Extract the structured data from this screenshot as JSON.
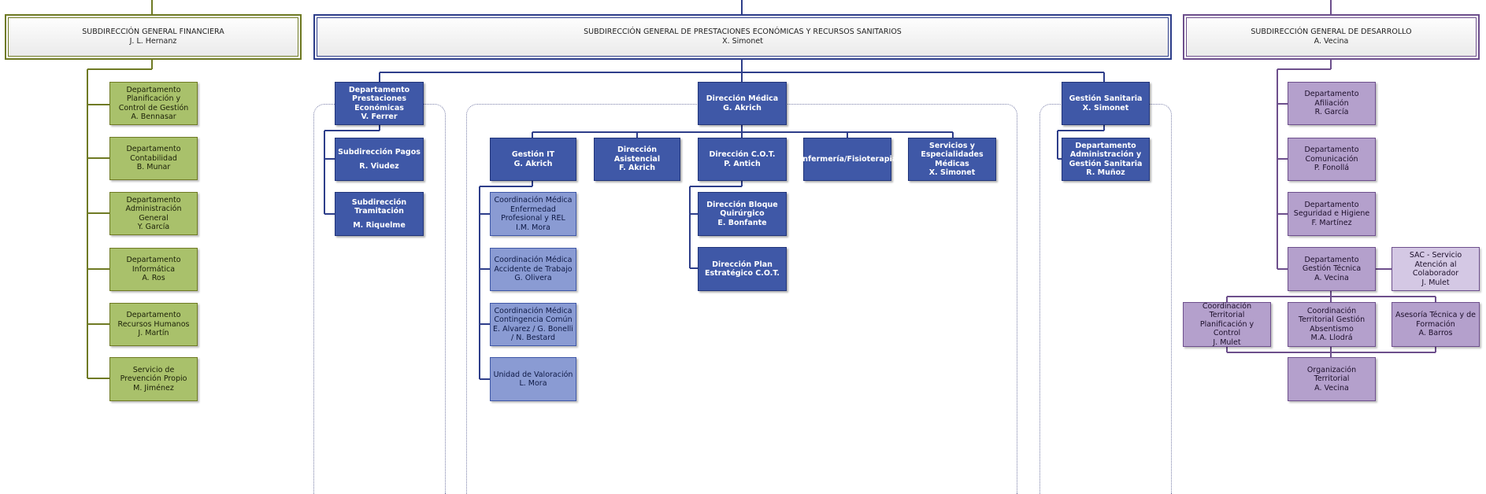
{
  "colors": {
    "financiera": "#6f7a24",
    "prestaciones": "#2e3e8a",
    "desarrollo": "#6d4f8c",
    "green_box": "#a9c16b",
    "blue_box": "#3f58a7",
    "light_blue_box": "#8a9bd3",
    "purple_box": "#b4a0cc",
    "light_purple_box": "#d4c8e4"
  },
  "headers": {
    "financiera": {
      "title": "SUBDIRECCIÓN GENERAL FINANCIERA",
      "person": "J. L. Hernanz"
    },
    "prestaciones": {
      "title": "SUBDIRECCIÓN GENERAL DE PRESTACIONES ECONÓMICAS Y RECURSOS SANITARIOS",
      "person": "X. Simonet"
    },
    "desarrollo": {
      "title": "SUBDIRECCIÓN GENERAL DE DESARROLLO",
      "person": "A. Vecina"
    }
  },
  "financiera": [
    {
      "title": "Departamento Planificación y Control de Gestión",
      "person": "A. Bennasar"
    },
    {
      "title": "Departamento Contabilidad",
      "person": "B. Munar"
    },
    {
      "title": "Departamento Administración General",
      "person": "Y. García"
    },
    {
      "title": "Departamento Informática",
      "person": "A. Ros"
    },
    {
      "title": "Departamento Recursos Humanos",
      "person": "J. Martín"
    },
    {
      "title": "Servicio de Prevención Propio",
      "person": "M. Jiménez"
    }
  ],
  "prestaciones": {
    "dept_prestaciones": {
      "title": "Departamento Prestaciones Económicas",
      "person": "V. Ferrer"
    },
    "subdir_pagos": {
      "title": "Subdirección Pagos",
      "person": "R. Viudez"
    },
    "subdir_tramitacion": {
      "title": "Subdirección Tramitación",
      "person": "M. Riquelme"
    },
    "direccion_medica": {
      "title": "Dirección Médica",
      "person": "G. Akrich"
    },
    "gestion_it": {
      "title": "Gestión IT",
      "person": "G. Akrich"
    },
    "direccion_asistencial": {
      "title": "Dirección Asistencial",
      "person": "F. Akrich"
    },
    "direccion_cot": {
      "title": "Dirección C.O.T.",
      "person": "P. Antich"
    },
    "enfermeria": {
      "title": "Enfermería/Fisioterapia",
      "person": ""
    },
    "servicios": {
      "title": "Servicios y Especialidades Médicas",
      "person": "X. Simonet"
    },
    "coordinaciones": [
      {
        "title": "Coordinación Médica Enfermedad Profesional y REL",
        "person": "I.M. Mora"
      },
      {
        "title": "Coordinación Médica Accidente de Trabajo",
        "person": "G. Olivera"
      },
      {
        "title": "Coordinación Médica Contingencia Común",
        "person": "E. Alvarez / G. Bonelli / N. Bestard"
      },
      {
        "title": "Unidad de Valoración",
        "person": "L. Mora"
      }
    ],
    "direccion_bloque": {
      "title": "Dirección Bloque Quirúrgico",
      "person": "E. Bonfante"
    },
    "direccion_plan": {
      "title": "Dirección Plan Estratégico C.O.T.",
      "person": ""
    },
    "gestion_sanitaria": {
      "title": "Gestión Sanitaria",
      "person": "X. Simonet"
    },
    "dept_admin_sanitaria": {
      "title": "Departamento Administración y Gestión Sanitaria",
      "person": "R. Muñoz"
    }
  },
  "desarrollo": {
    "afiliacion": {
      "title": "Departamento Afiliación",
      "person": "R. García"
    },
    "comunicacion": {
      "title": "Departamento Comunicación",
      "person": "P. Fonollá"
    },
    "seguridad": {
      "title": "Departamento Seguridad e Higiene",
      "person": "F. Martínez"
    },
    "gestion_tecnica": {
      "title": "Departamento Gestión Técnica",
      "person": "A. Vecina"
    },
    "sac": {
      "title": "SAC - Servicio Atención al Colaborador",
      "person": "J. Mulet"
    },
    "coord_planificacion": {
      "title": "Coordinación Territorial Planificación y Control",
      "person": "J. Mulet"
    },
    "coord_absentismo": {
      "title": "Coordinación Territorial Gestión Absentismo",
      "person": "M.A. Llodrá"
    },
    "asesoria": {
      "title": "Asesoría Técnica y de Formación",
      "person": "A. Barros"
    },
    "organizacion": {
      "title": "Organización Territorial",
      "person": "A. Vecina"
    }
  }
}
